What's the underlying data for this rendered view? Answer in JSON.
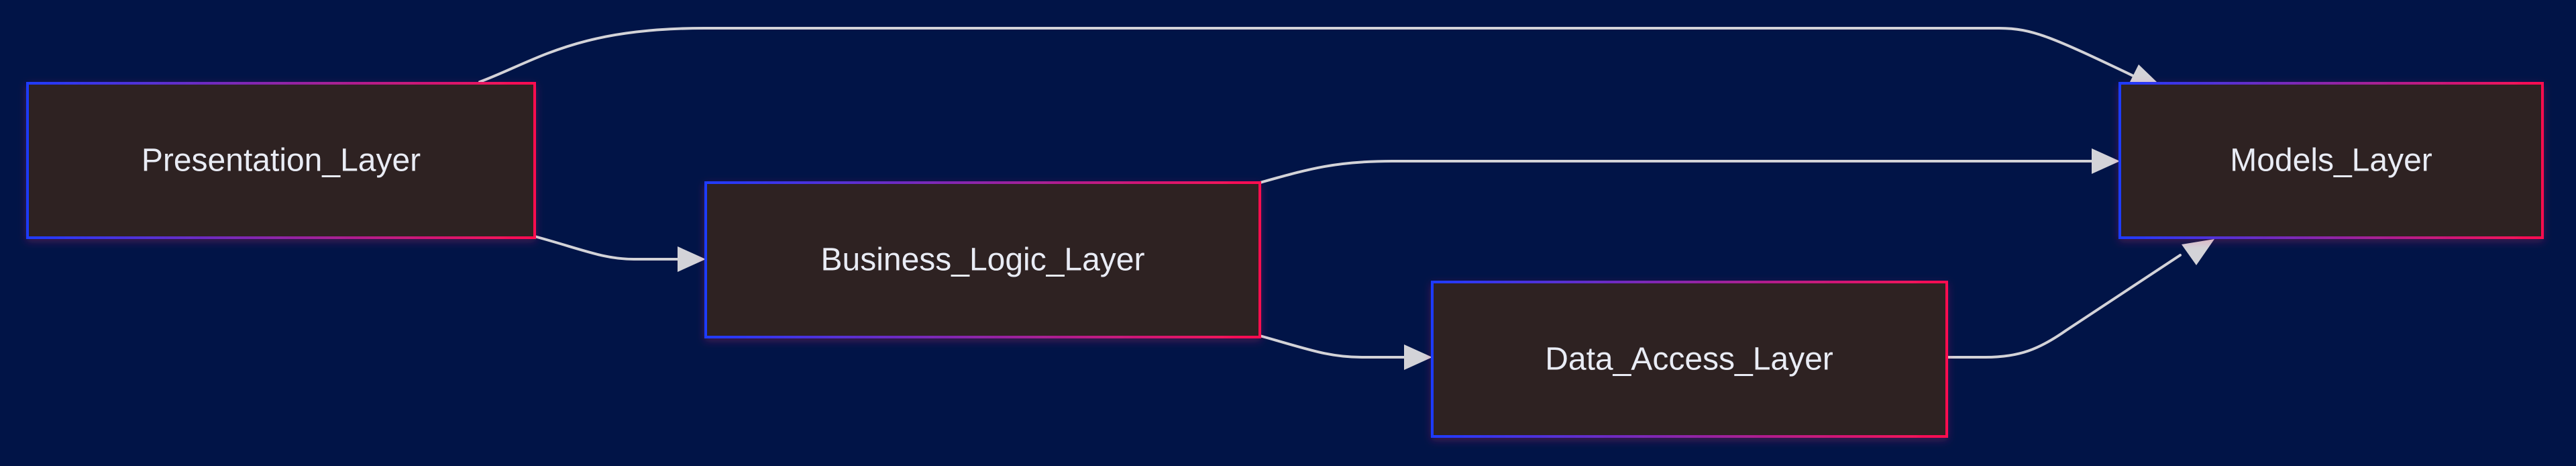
{
  "diagram": {
    "type": "flowchart",
    "direction": "left-to-right",
    "colors": {
      "background": "#011447",
      "node_fill": "#2d2121",
      "node_border_start": "#1f3bff",
      "node_border_end": "#ff0f4f",
      "edge": "#d3d3d8",
      "label": "#e9ecf5"
    },
    "nodes": [
      {
        "id": "presentation",
        "label": "Presentation_Layer"
      },
      {
        "id": "business",
        "label": "Business_Logic_Layer"
      },
      {
        "id": "data_access",
        "label": "Data_Access_Layer"
      },
      {
        "id": "models",
        "label": "Models_Layer"
      }
    ],
    "edges": [
      {
        "from": "presentation",
        "to": "models"
      },
      {
        "from": "presentation",
        "to": "business"
      },
      {
        "from": "business",
        "to": "models"
      },
      {
        "from": "business",
        "to": "data_access"
      },
      {
        "from": "data_access",
        "to": "models"
      }
    ]
  }
}
